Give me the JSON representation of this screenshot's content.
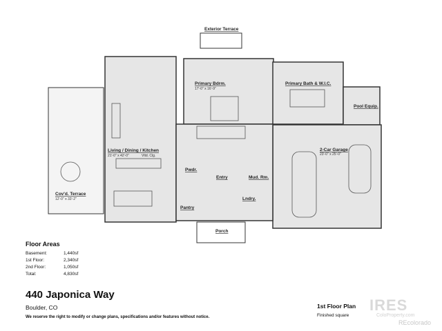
{
  "plan": {
    "rooms": {
      "exterior_terrace": "Exterior Terrace",
      "primary_bedroom": {
        "label": "Primary Bdrm.",
        "dims": "17'-0\" x 16'-9\""
      },
      "primary_bath": "Primary Bath & W.I.C.",
      "pool_equip": "Pool Equip.",
      "living": {
        "label": "Living / Dining / Kitchen",
        "dims": "21'-0\" x 42'-0\"",
        "note": "Vltd. Clg."
      },
      "terrace": {
        "label": "Cov'd. Terrace",
        "dims": "12'-0\" x 33'-2\""
      },
      "garage": {
        "label": "2-Car Garage",
        "dims": "23'-0\" x 25'-0\""
      },
      "powder": "Pwdr.",
      "entry": "Entry",
      "mud_room": "Mud. Rm.",
      "laundry": "Lndry.",
      "pantry": "Pantry",
      "porch": "Porch"
    }
  },
  "floor_areas": {
    "title": "Floor Areas",
    "rows": [
      {
        "label": "Basement:",
        "value": "1,440sf"
      },
      {
        "label": "1st Floor:",
        "value": "2,340sf"
      },
      {
        "label": "2nd Floor:",
        "value": "1,050sf"
      },
      {
        "label": "Total:",
        "value": "4,830sf"
      }
    ]
  },
  "address": "440 Japonica Way",
  "city": "Boulder, CO",
  "disclaimer": "We reserve the right to modify or change plans, specifications and/or features without notice.",
  "plan_title": "1st Floor Plan",
  "plan_subtitle": "Finished square",
  "watermark": {
    "brand": "IRES",
    "site": "ColoProperty.com",
    "partner": "REcolorado"
  }
}
